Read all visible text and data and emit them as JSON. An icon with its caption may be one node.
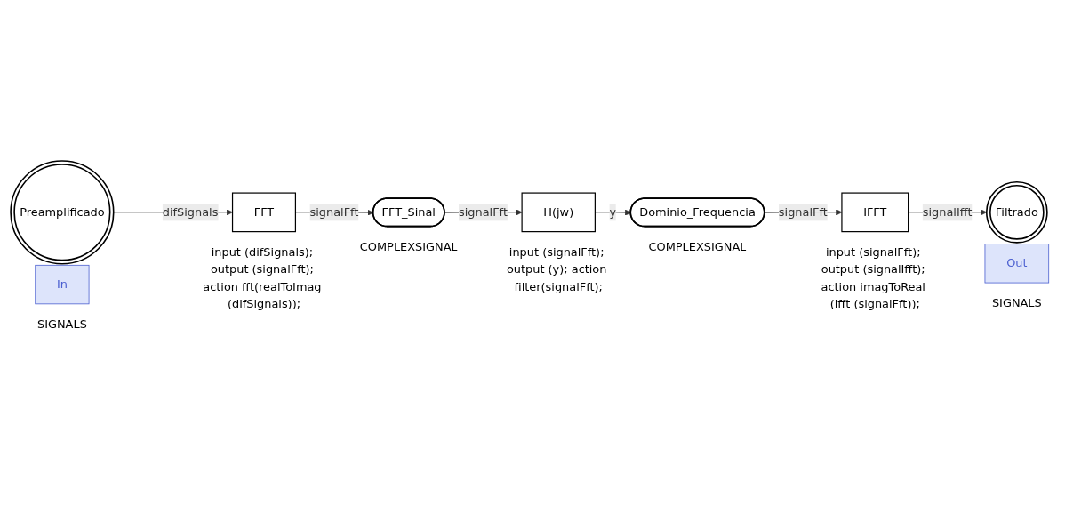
{
  "diagram": {
    "nodes": [
      {
        "text": [
          "Preamplificado"
        ],
        "beside": [
          "In",
          "SIGNALS"
        ]
      },
      {
        "text": [
          "FFT"
        ],
        "beside": [
          "input (difSignals); output (signalFft); action fft(realToImag (difSignals));"
        ]
      },
      {
        "text": [
          "FFT_Sinal"
        ],
        "beside": [
          "COMPLEXSIGNAL"
        ]
      },
      {
        "text": [
          "H(jw)"
        ],
        "beside": [
          "input (signalFft); output (y); action filter(signalFft);"
        ]
      },
      {
        "text": [
          "Dominio_Frequencia"
        ],
        "beside": [
          "COMPLEXSIGNAL"
        ]
      },
      {
        "text": [
          "IFFT"
        ],
        "beside": [
          "input (signalFft); output (signalIfft); action imagToReal (ifft (signalFft));"
        ]
      },
      {
        "text": [
          "Filtrado"
        ],
        "beside": [
          "Out",
          "SIGNALS"
        ]
      }
    ],
    "edges": [
      {
        "from": 0,
        "to": 1,
        "arrow": "to",
        "label": "difSignals"
      },
      {
        "from": 1,
        "to": 2,
        "arrow": "to",
        "label": "signalFft"
      },
      {
        "from": 2,
        "to": 3,
        "arrow": "to",
        "label": "signalFft"
      },
      {
        "from": 3,
        "to": 4,
        "arrow": "to",
        "label": "y"
      },
      {
        "from": 4,
        "to": 5,
        "arrow": "to",
        "label": "signalFft"
      },
      {
        "from": 5,
        "to": 6,
        "arrow": "to",
        "label": "signalIfft"
      }
    ]
  }
}
